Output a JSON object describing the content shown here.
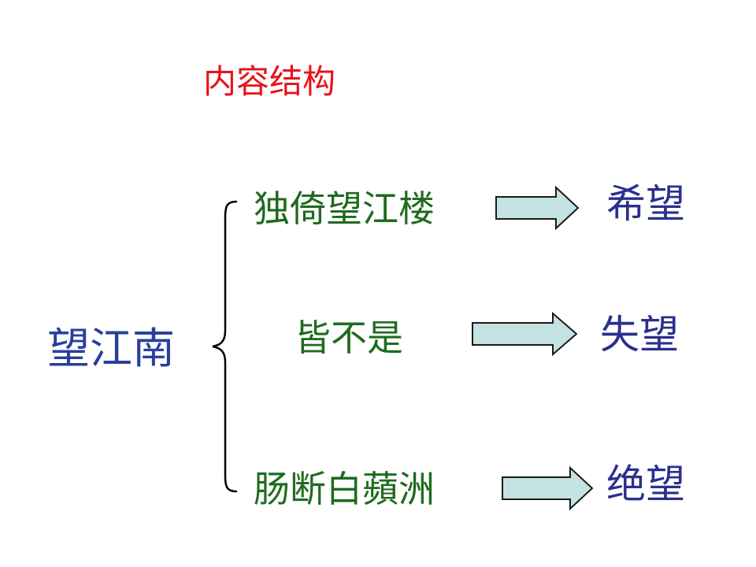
{
  "title": "内容结构",
  "root": "望江南",
  "branches": [
    {
      "text": "独倚望江楼",
      "result": "希望"
    },
    {
      "text": "皆不是",
      "result": "失望"
    },
    {
      "text": "肠断白蘋洲",
      "result": "绝望"
    }
  ],
  "colors": {
    "title": "#e8121b",
    "root": "#2a3f9e",
    "branch": "#1f6b1f",
    "result": "#2a2f8f",
    "arrow_fill": "#c4e2e2",
    "arrow_stroke": "#1a1a1a"
  }
}
